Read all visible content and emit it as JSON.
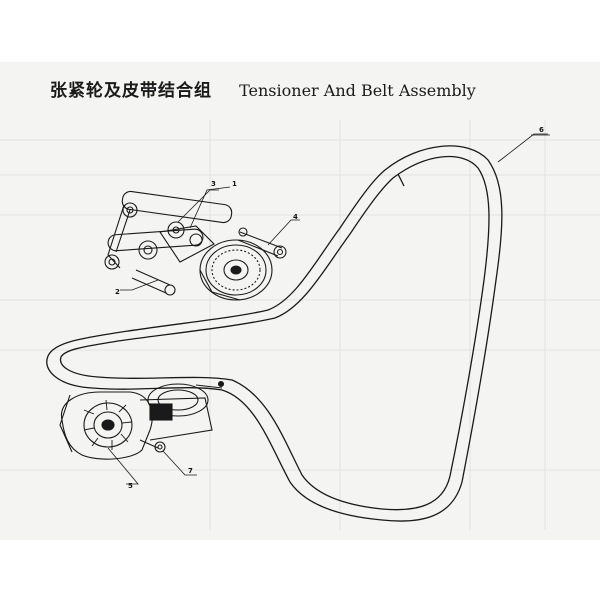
{
  "title": {
    "chinese": "张紧轮及皮带结合组",
    "english": "Tensioner And Belt Assembly"
  },
  "callouts": [
    {
      "id": "callout-1",
      "label": "1"
    },
    {
      "id": "callout-2",
      "label": "2"
    },
    {
      "id": "callout-3",
      "label": "3"
    },
    {
      "id": "callout-4",
      "label": "4"
    },
    {
      "id": "callout-5",
      "label": "5"
    },
    {
      "id": "callout-6",
      "label": "6"
    },
    {
      "id": "callout-7",
      "label": "7"
    }
  ],
  "colors": {
    "ink": "#1a1a1a",
    "paper": "#f4f4f2",
    "grid": "#e2e2e2"
  }
}
